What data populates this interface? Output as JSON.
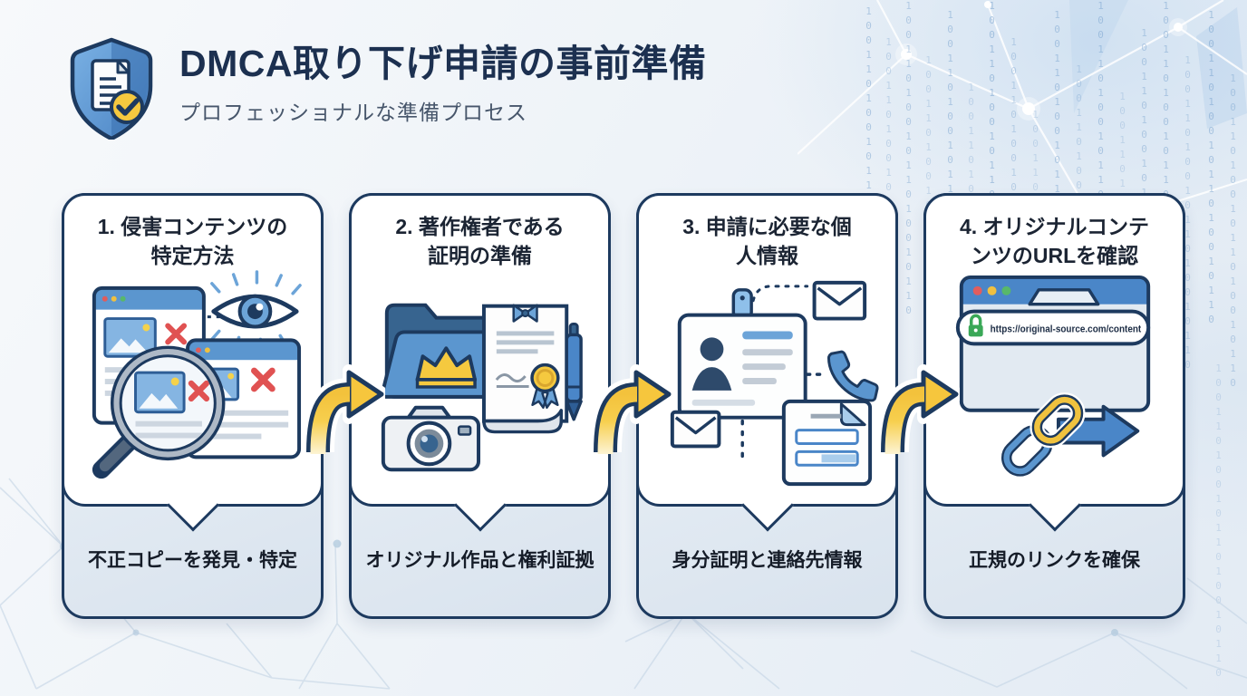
{
  "header": {
    "logo_icon": "shield-document-check",
    "title": "DMCA取り下げ申請の事前準備",
    "subtitle": "プロフェッショナルな準備プロセス"
  },
  "steps": [
    {
      "title": "1. 侵害コンテンツの\n特定方法",
      "caption": "不正コピーを発見・特定",
      "icon": "magnifier-browser-eye"
    },
    {
      "title": "2. 著作権者である\n証明の準備",
      "caption": "オリジナル作品と権利証拠",
      "icon": "folder-crown-certificate-camera-pen"
    },
    {
      "title": "3. 申請に必要な個\n人情報",
      "caption": "身分証明と連絡先情報",
      "icon": "id-badge-mail-phone-form"
    },
    {
      "title": "4. オリジナルコンテ\nンツのURLを確認",
      "caption": "正規のリンクを確保",
      "icon": "browser-url-link-arrow",
      "url": "https://original-source.com/content"
    }
  ],
  "decor": {
    "binary": "1001101001011010010110",
    "flow_arrow_icon": "curved-yellow-arrow"
  },
  "colors": {
    "outline_navy": "#1d3a5f",
    "accent_blue": "#4a86c8",
    "accent_yellow": "#f5c93f",
    "lock_green": "#3aa857",
    "error_red": "#e05252"
  }
}
